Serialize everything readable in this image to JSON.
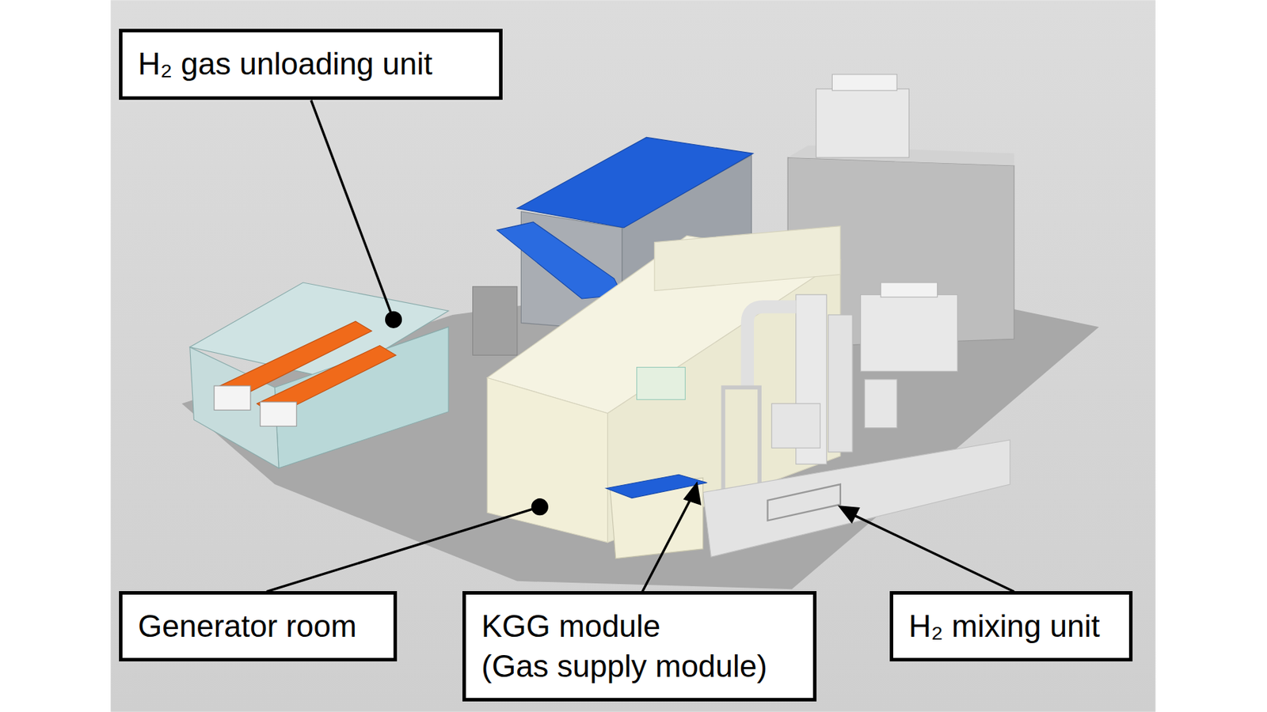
{
  "diagram": {
    "nodes": [
      {
        "text": [
          "H₂ gas unloading unit"
        ]
      },
      {
        "text": [
          "Generator room"
        ]
      },
      {
        "text": [
          "KGG module",
          "(Gas supply module)"
        ]
      },
      {
        "text": [
          "H₂ mixing unit"
        ]
      }
    ]
  }
}
